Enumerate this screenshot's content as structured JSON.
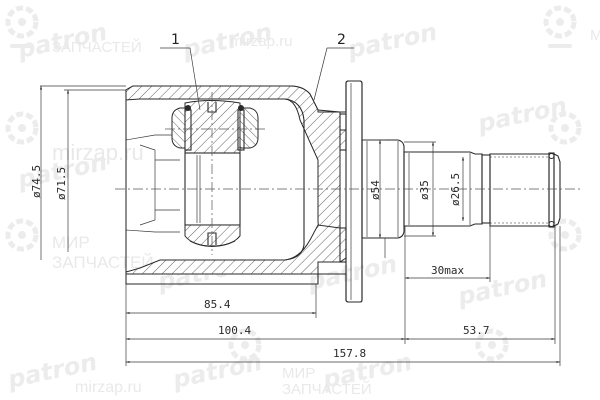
{
  "drawing": {
    "title": "CV joint inner (tripod) technical drawing",
    "part_labels": [
      {
        "id": "1",
        "text": "1"
      },
      {
        "id": "2",
        "text": "2"
      }
    ],
    "dimensions": {
      "dia_outer": "ø74.5",
      "dia_inner": "ø71.5",
      "dia_shoulder": "ø54",
      "dia_shaft": "ø35",
      "dia_spline": "ø26.5",
      "len_spline_max": "30max",
      "len_housing": "85.4",
      "len_to_flange": "100.4",
      "len_shaft": "53.7",
      "len_total": "157.8"
    },
    "colors": {
      "line": "#2a2a2a",
      "watermark": "#e9e9e9",
      "background": "#ffffff"
    }
  },
  "watermarks": {
    "brand": "patron",
    "site": "mirzap.ru",
    "ru_line1": "МИР",
    "ru_line2": "ЗАПЧАСТЕЙ"
  }
}
